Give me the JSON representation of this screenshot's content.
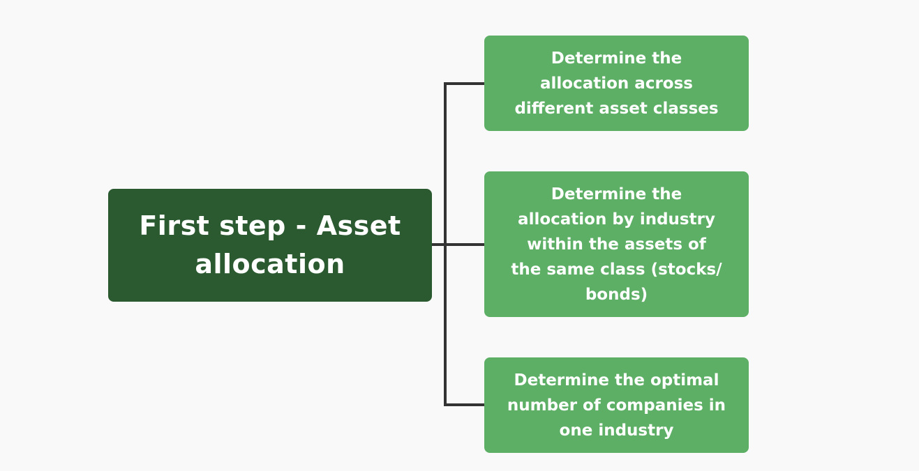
{
  "diagram": {
    "root": {
      "label": "First step - Asset allocation"
    },
    "children": [
      {
        "label": "Determine the allocation across different asset classes"
      },
      {
        "label": "Determine the allocation by industry within the assets of the same class (stocks/ bonds)"
      },
      {
        "label": "Determine the optimal number of companies in one industry"
      }
    ]
  },
  "colors": {
    "background": "#f9f9fa",
    "root_fill": "#2b5a30",
    "child_fill": "#5daf66",
    "connector": "#333333",
    "text": "#ffffff"
  }
}
